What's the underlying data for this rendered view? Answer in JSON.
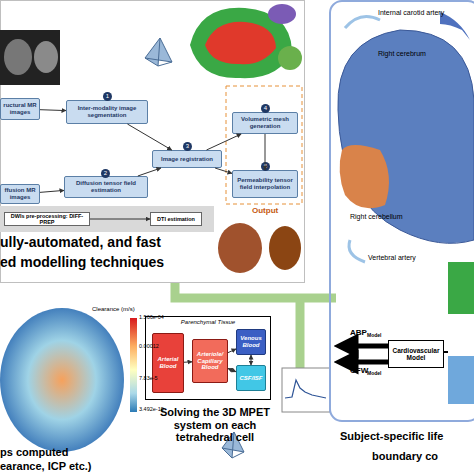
{
  "diagram": {
    "nodes": [
      {
        "text": [
          "ructural MR images"
        ]
      },
      {
        "text": [
          "Inter-modality image segmentation"
        ]
      },
      {
        "text": [
          "Volumetric mesh generation"
        ]
      },
      {
        "text": [
          "Image registration"
        ]
      },
      {
        "text": [
          "Diffusion tensor field estimation"
        ]
      },
      {
        "text": [
          "Permeability tensor field interpolation"
        ]
      },
      {
        "text": [
          "ffusion MR images"
        ]
      },
      {
        "text": [
          "DWIs pre-processing: DIFF-PREP"
        ]
      },
      {
        "text": [
          "DTI estimation"
        ]
      },
      {
        "text": [
          "Parenchymal Tissue"
        ]
      },
      {
        "text": [
          "Arterial Blood"
        ],
        "in": 9
      },
      {
        "text": [
          "Arteriole/ Capillary Blood"
        ],
        "in": 9
      },
      {
        "text": [
          "Venous Blood"
        ],
        "in": 9
      },
      {
        "text": [
          "CSF/ISF"
        ],
        "in": 9
      },
      {
        "text": [
          "Cardiovascular Model"
        ]
      }
    ],
    "edges": [
      {
        "from": 0,
        "to": 1,
        "arrow": "to"
      },
      {
        "from": 6,
        "to": 4,
        "arrow": "to"
      },
      {
        "from": 1,
        "to": 3,
        "arrow": "to"
      },
      {
        "from": 4,
        "to": 3,
        "arrow": "to"
      },
      {
        "from": 3,
        "to": 2,
        "arrow": "to"
      },
      {
        "from": 3,
        "to": 5,
        "arrow": "to"
      },
      {
        "from": 2,
        "to": 5,
        "arrow": "to"
      },
      {
        "from": 7,
        "to": 8,
        "arrow": "to"
      },
      {
        "from": 10,
        "to": 11,
        "arrow": "to"
      },
      {
        "from": 11,
        "to": 12,
        "arrow": "to"
      },
      {
        "from": 11,
        "to": 13,
        "arrow": "both"
      },
      {
        "from": 12,
        "to": 13,
        "arrow": "both"
      }
    ],
    "labels": [
      "1",
      "2",
      "3",
      "4",
      "5",
      "Output",
      "ully-automated, and fast",
      "ed modelling techniques",
      "Clearance (m/s)",
      "1.566e-04",
      "0.00012",
      "7.83e-5",
      "3.492e-19",
      "ps computed",
      "earance, ICP etc.)",
      "Solving the 3D MPET system on each tetrahedral cell",
      "Internal carotid artery",
      "Right cerebrum",
      "Right cerebellum",
      "Vertebral artery",
      "ABP",
      "Model",
      "CFW",
      "Model",
      "Subject-specific life",
      "boundary co"
    ]
  }
}
